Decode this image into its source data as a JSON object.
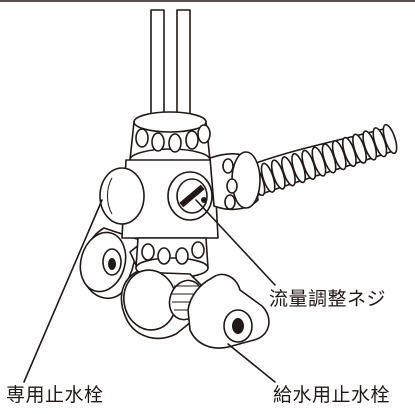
{
  "labels": {
    "flow_screw": "流量調整ネジ",
    "dedicated_stop_valve": "専用止水栓",
    "supply_stop_valve": "給水用止水栓"
  }
}
